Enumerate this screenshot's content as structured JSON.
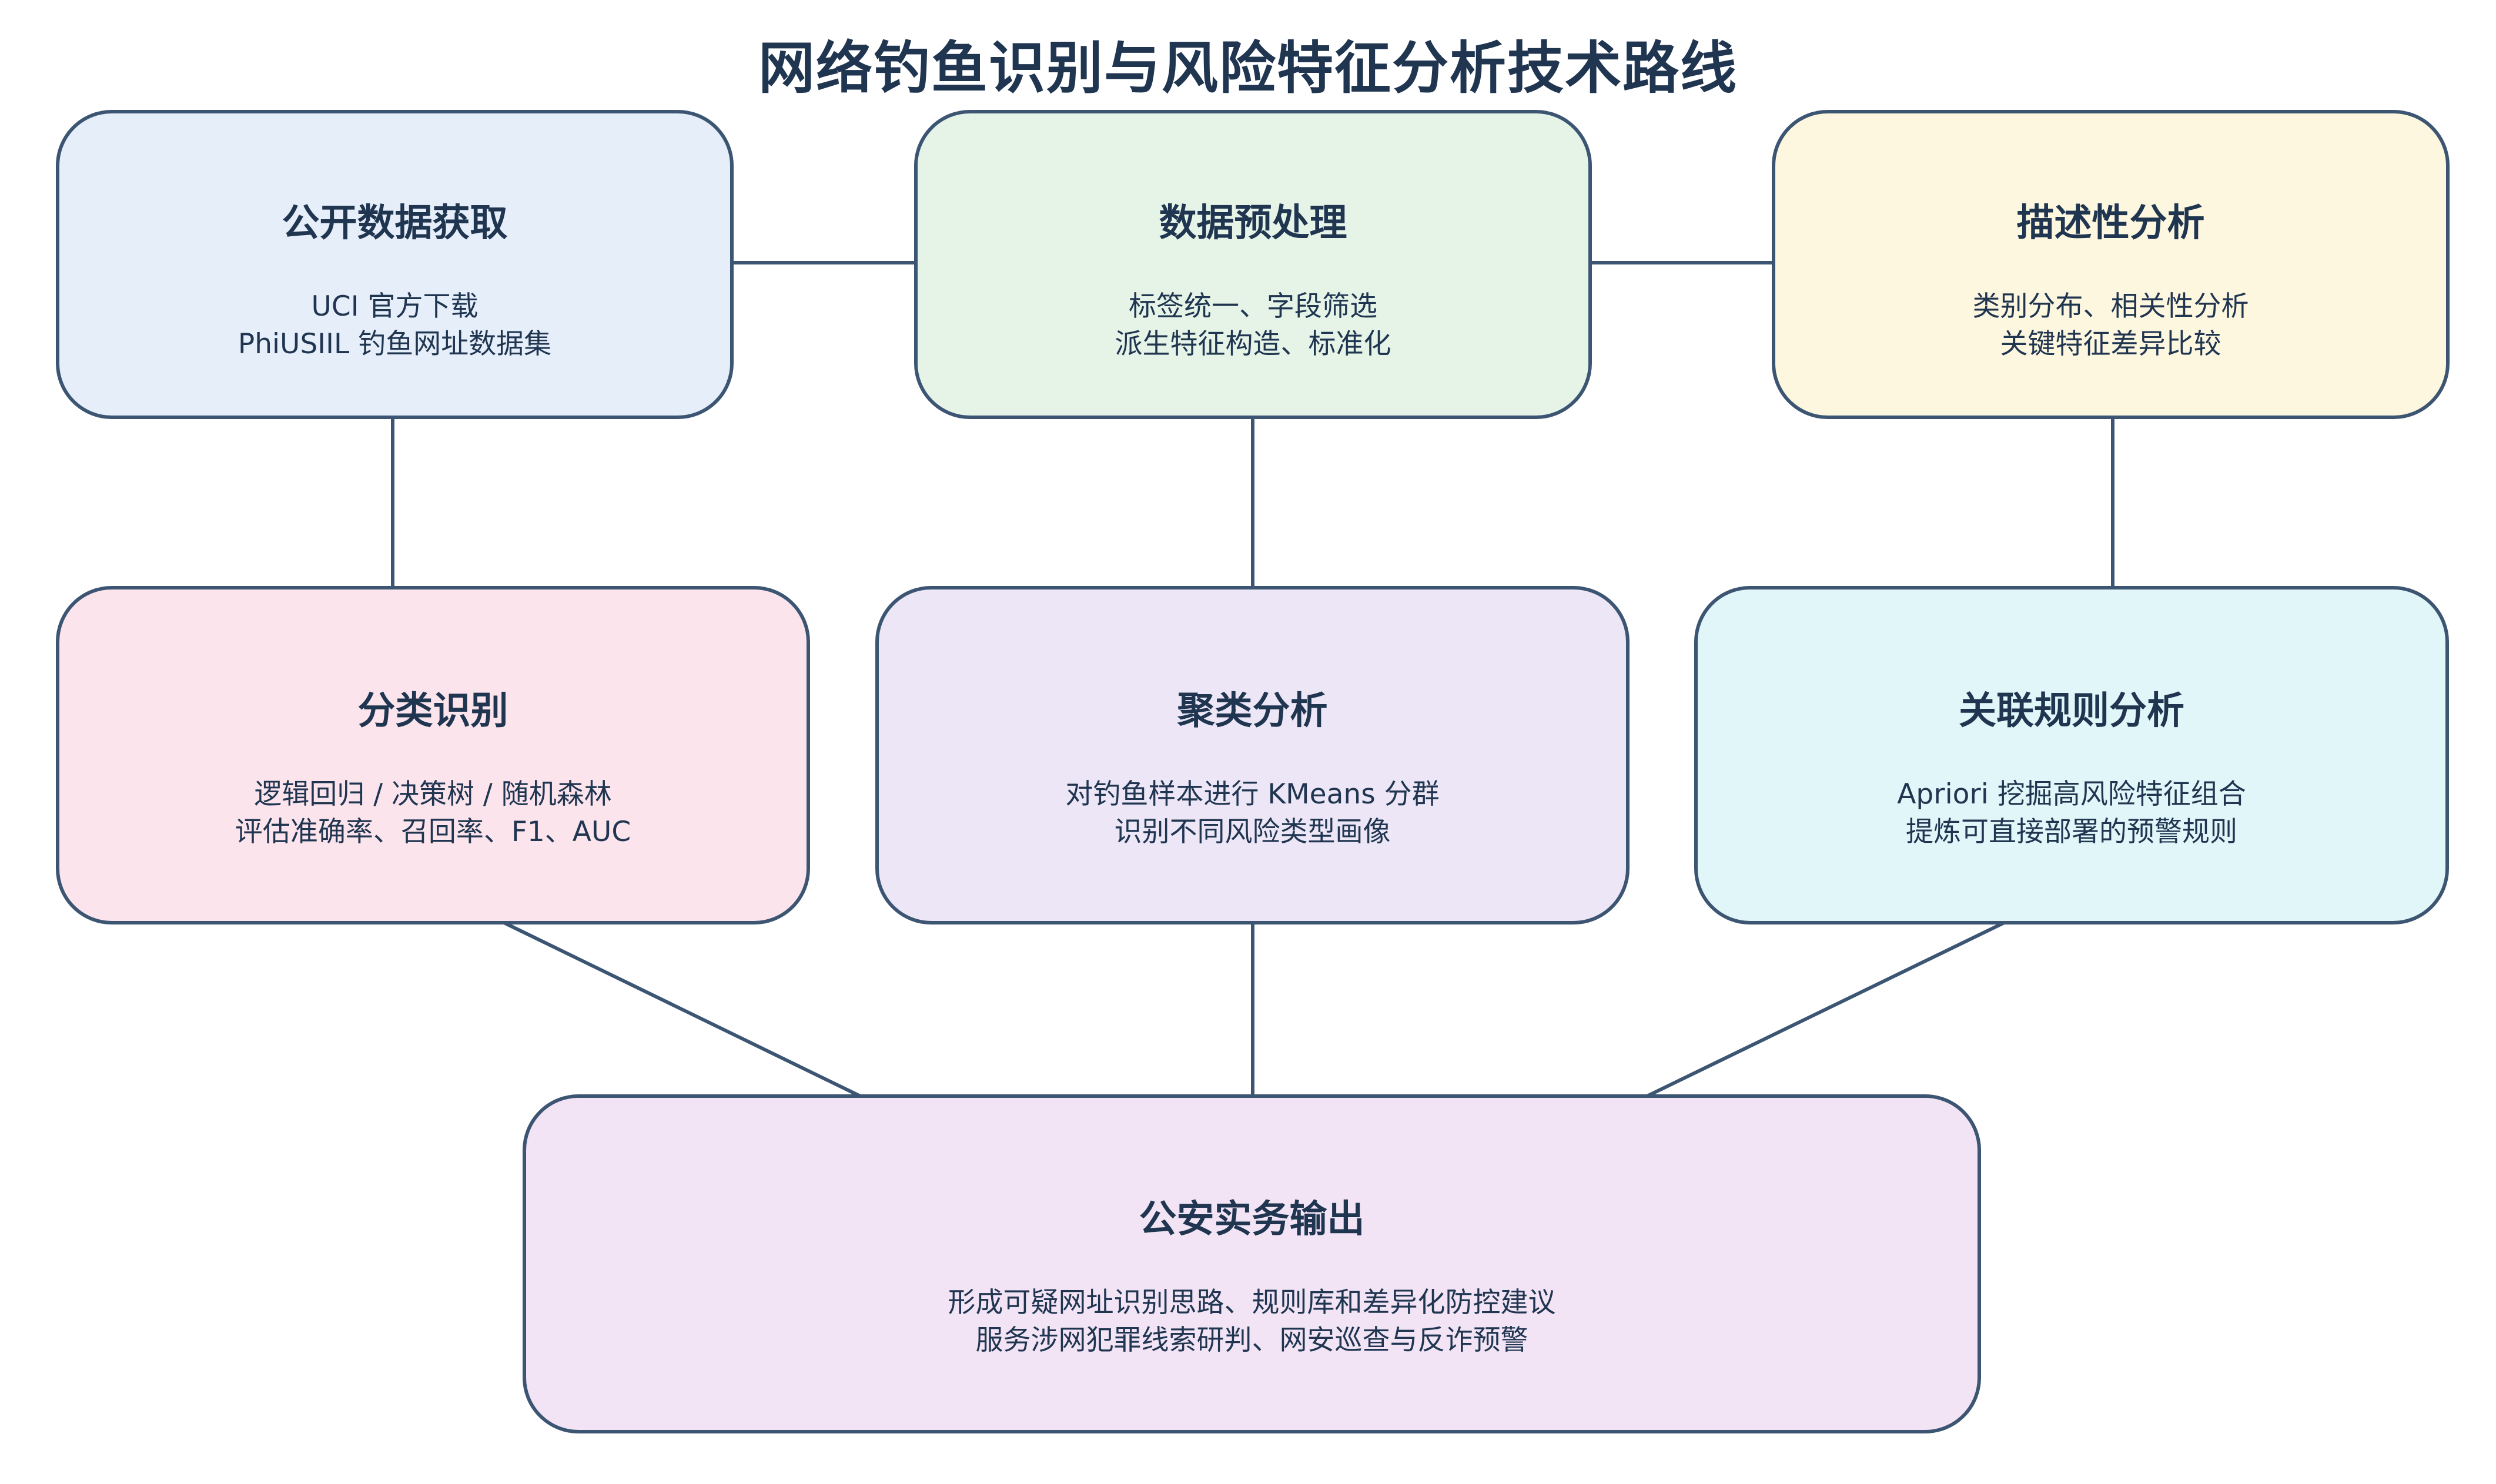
{
  "title": "网络钓鱼识别与风险特征分析技术路线",
  "colors": {
    "stroke": "#3c5572",
    "text": "#1f3550",
    "acquisition_fill": "#e6eefa",
    "preprocessing_fill": "#e6f4e8",
    "descriptive_fill": "#fef7e0",
    "classification_fill": "#fbe4ec",
    "clustering_fill": "#ede6f6",
    "association_fill": "#e0f6f8",
    "output_fill": "#f2e4f5"
  },
  "nodes": {
    "data_acquisition": {
      "title": "公开数据获取",
      "lines": [
        "UCI 官方下载",
        "PhiUSIIL 钓鱼网址数据集"
      ]
    },
    "preprocessing": {
      "title": "数据预处理",
      "lines": [
        "标签统一、字段筛选",
        "派生特征构造、标准化"
      ]
    },
    "descriptive": {
      "title": "描述性分析",
      "lines": [
        "类别分布、相关性分析",
        "关键特征差异比较"
      ]
    },
    "classification": {
      "title": "分类识别",
      "lines": [
        "逻辑回归 / 决策树 / 随机森林",
        "评估准确率、召回率、F1、AUC"
      ]
    },
    "clustering": {
      "title": "聚类分析",
      "lines": [
        "对钓鱼样本进行 KMeans 分群",
        "识别不同风险类型画像"
      ]
    },
    "association": {
      "title": "关联规则分析",
      "lines": [
        "Apriori 挖掘高风险特征组合",
        "提炼可直接部署的预警规则"
      ]
    },
    "police_output": {
      "title": "公安实务输出",
      "lines": [
        "形成可疑网址识别思路、规则库和差异化防控建议",
        "服务涉网犯罪线索研判、网安巡查与反诈预警"
      ]
    }
  },
  "edges": [
    {
      "from": "公开数据获取",
      "to": "数据预处理"
    },
    {
      "from": "数据预处理",
      "to": "描述性分析"
    },
    {
      "from": "公开数据获取",
      "to": "分类识别"
    },
    {
      "from": "数据预处理",
      "to": "聚类分析"
    },
    {
      "from": "描述性分析",
      "to": "关联规则分析"
    },
    {
      "from": "分类识别",
      "to": "公安实务输出"
    },
    {
      "from": "聚类分析",
      "to": "公安实务输出"
    },
    {
      "from": "关联规则分析",
      "to": "公安实务输出"
    }
  ]
}
